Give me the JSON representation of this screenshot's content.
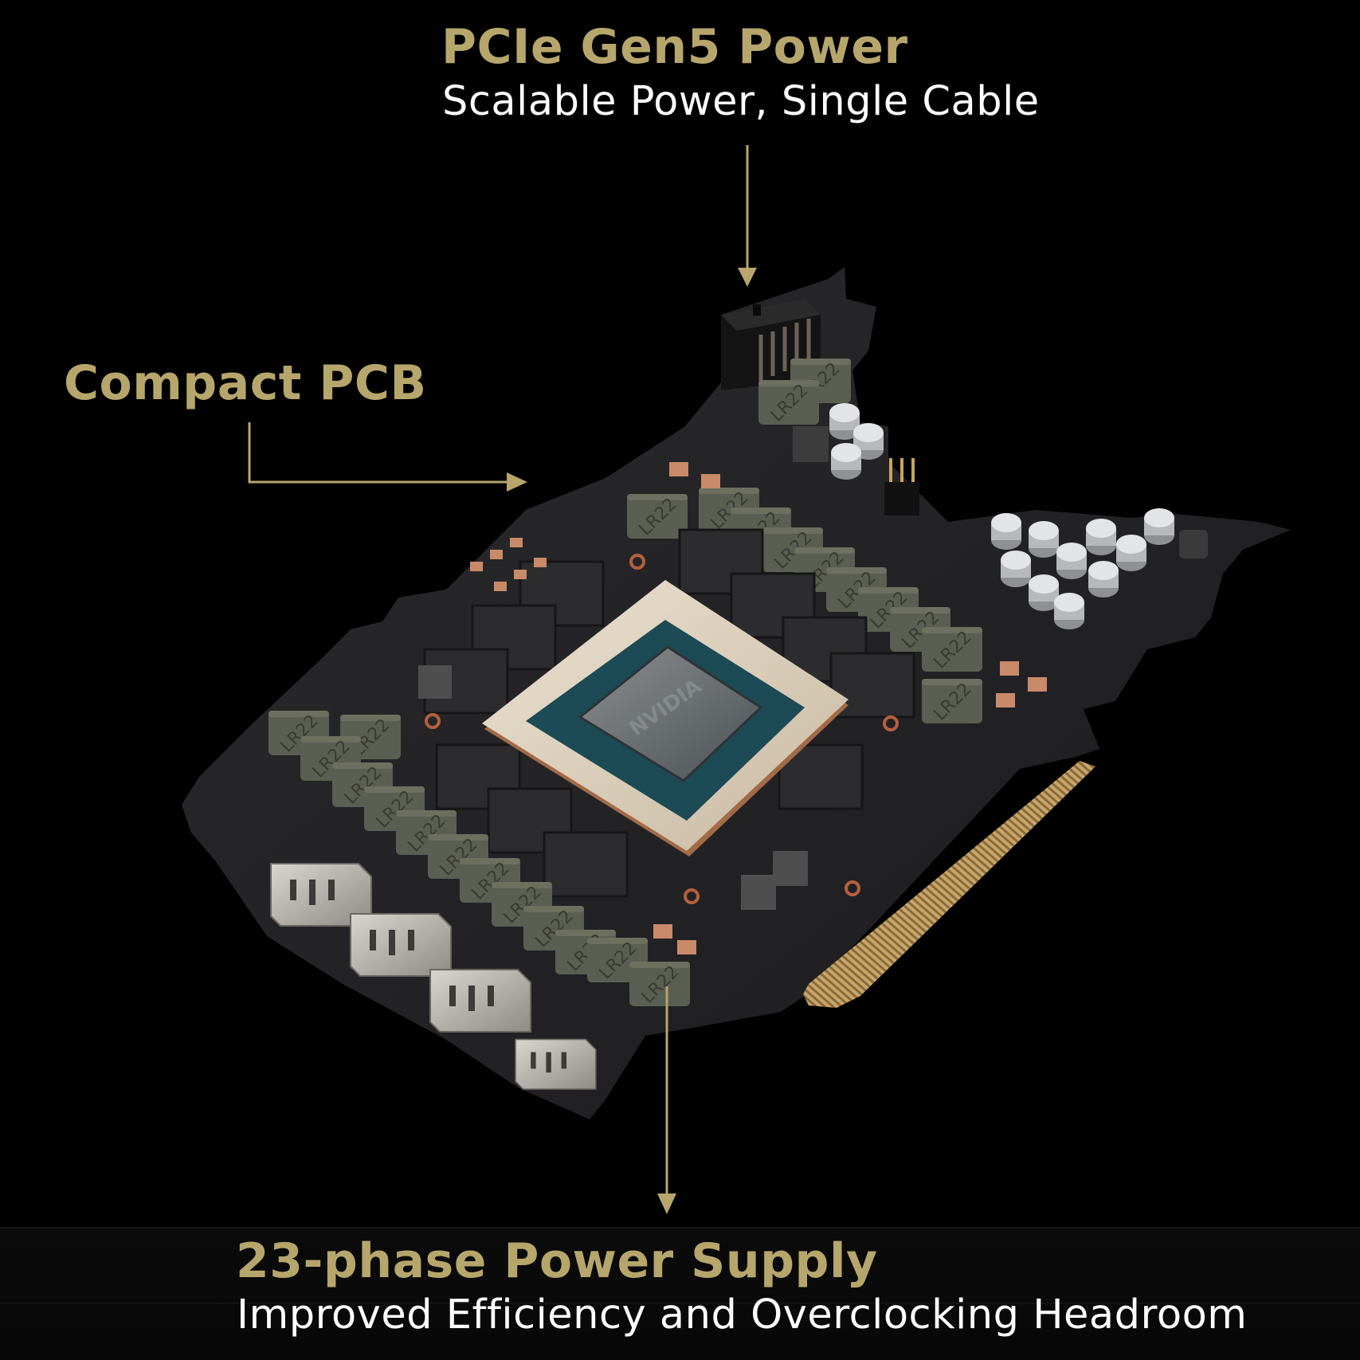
{
  "colors": {
    "background": "#010101",
    "accent_gold": "#b6a66c",
    "subtitle_white": "#ffffff",
    "pcb_black": "#232325",
    "inductor_green": "#5b5e52",
    "ihs_silver": "#d8ccb8",
    "substrate_teal": "#1c4a55",
    "die_gray": "#5d6264",
    "gold_fingers": "#b7955a"
  },
  "callouts": {
    "pcie": {
      "heading": "PCIe Gen5 Power",
      "subtitle": "Scalable Power, Single Cable",
      "arrow_icon": "arrow-down-icon"
    },
    "compact": {
      "heading": "Compact PCB",
      "arrow_icon": "elbow-arrow-right-icon"
    },
    "phase": {
      "heading": "23-phase Power Supply",
      "subtitle": "Improved Efficiency and Overclocking Headroom",
      "arrow_icon": "arrow-down-icon"
    }
  },
  "pcb": {
    "inductor_marking": "LR22",
    "gpu_marking": "NVIDIA",
    "display_ports": 3,
    "hdmi_ports": 1
  }
}
